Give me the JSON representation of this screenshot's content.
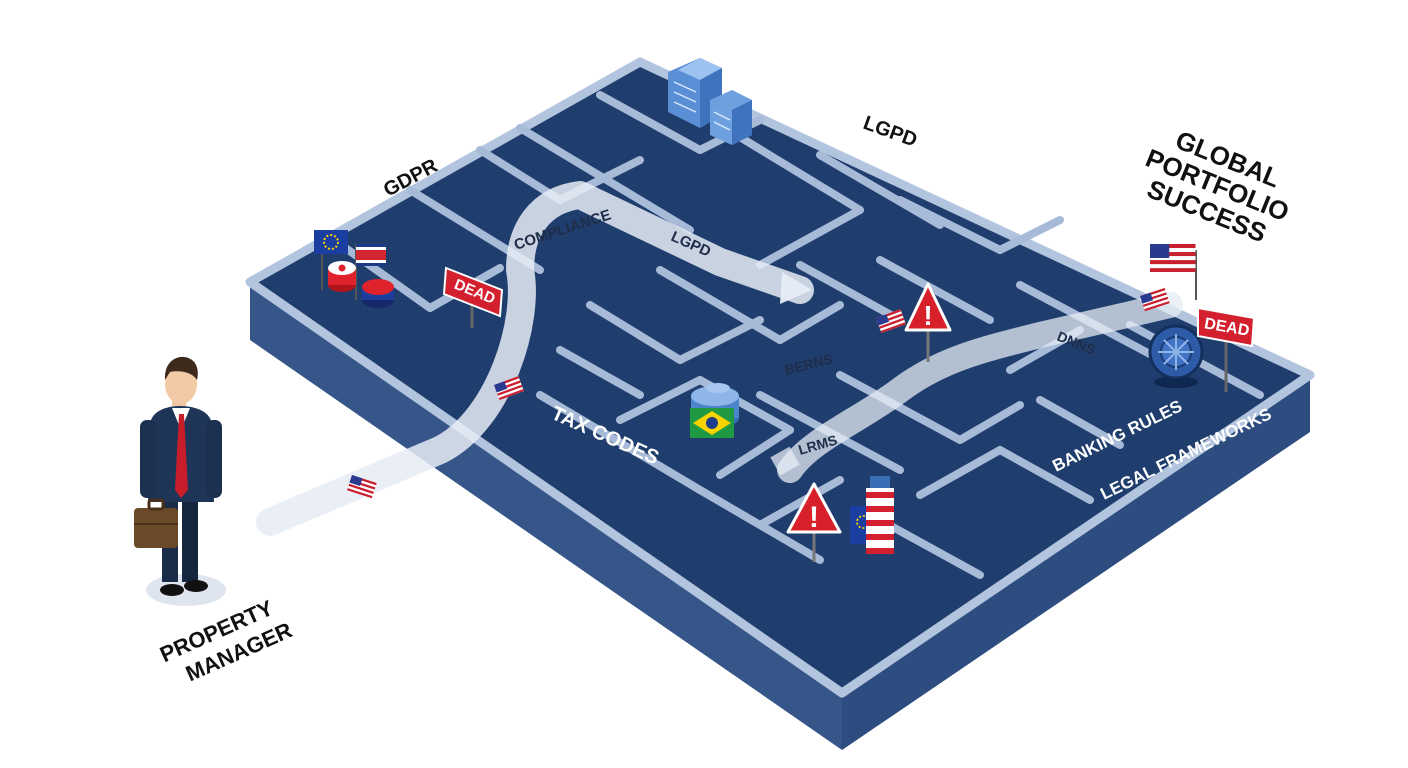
{
  "labels": {
    "gdpr": "GDPR",
    "lgpd_top": "LGPD",
    "compliance": "COMPLIANCE",
    "lgpd_path": "LGPD",
    "tax_codes": "TAX CODES",
    "berns": "BERNS",
    "lrms": "LRMS",
    "dnns": "DNNS",
    "banking_rules": "BANKING RULES",
    "legal_frameworks": "LEGAL FRAMEWORKS",
    "goal_line1": "GLOBAL",
    "goal_line2": "PORTFOLIO",
    "goal_line3": "SUCCESS",
    "person_line1": "PROPERTY",
    "person_line2": "MANAGER"
  },
  "signs": {
    "dead_left": "DEAD",
    "dead_right": "DEAD",
    "warning_glyph": "!"
  },
  "icons": [
    "office-building-icon",
    "warning-sign-icon",
    "vault-icon",
    "coin-stack-icon",
    "flag-icon"
  ],
  "colors": {
    "maze_floor": "#1f3e6e",
    "maze_wall_top": "#a7bbd8",
    "maze_side_left": "#36568a",
    "maze_side_right": "#2d4d80",
    "dead_sign": "#d41f2f",
    "warning_sign": "#d8202a",
    "path_ribbon": "#e6ecf4",
    "suit": "#1f3557",
    "tie": "#c81e2b"
  }
}
